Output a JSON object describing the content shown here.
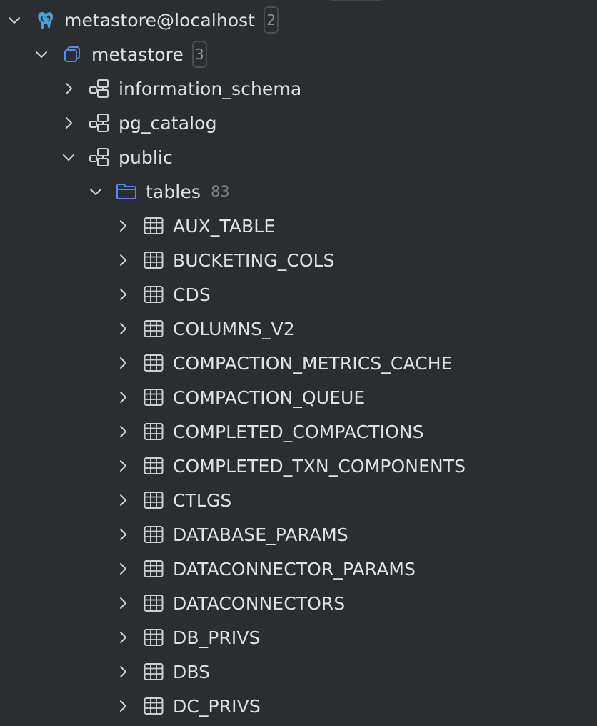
{
  "tree": {
    "datasource": {
      "label": "metastore@localhost",
      "badge": "2",
      "icon": "postgresql-elephant-icon",
      "expanded": true
    },
    "database": {
      "label": "metastore",
      "badge": "3",
      "icon": "database-icon",
      "expanded": true
    },
    "schemas": [
      {
        "label": "information_schema",
        "icon": "schema-icon",
        "expanded": false
      },
      {
        "label": "pg_catalog",
        "icon": "schema-icon",
        "expanded": false
      },
      {
        "label": "public",
        "icon": "schema-icon",
        "expanded": true
      }
    ],
    "tables_folder": {
      "label": "tables",
      "count": "83",
      "icon": "folder-icon",
      "expanded": true
    },
    "tables": [
      "AUX_TABLE",
      "BUCKETING_COLS",
      "CDS",
      "COLUMNS_V2",
      "COMPACTION_METRICS_CACHE",
      "COMPACTION_QUEUE",
      "COMPLETED_COMPACTIONS",
      "COMPLETED_TXN_COMPONENTS",
      "CTLGS",
      "DATABASE_PARAMS",
      "DATACONNECTOR_PARAMS",
      "DATACONNECTORS",
      "DB_PRIVS",
      "DBS",
      "DC_PRIVS"
    ]
  },
  "colors": {
    "background": "#2b2d30",
    "text": "#dfe1e5",
    "muted": "#7d8086",
    "icon": "#ced0d6",
    "accent": "#548af7",
    "postgres": "#4a9fd8"
  }
}
